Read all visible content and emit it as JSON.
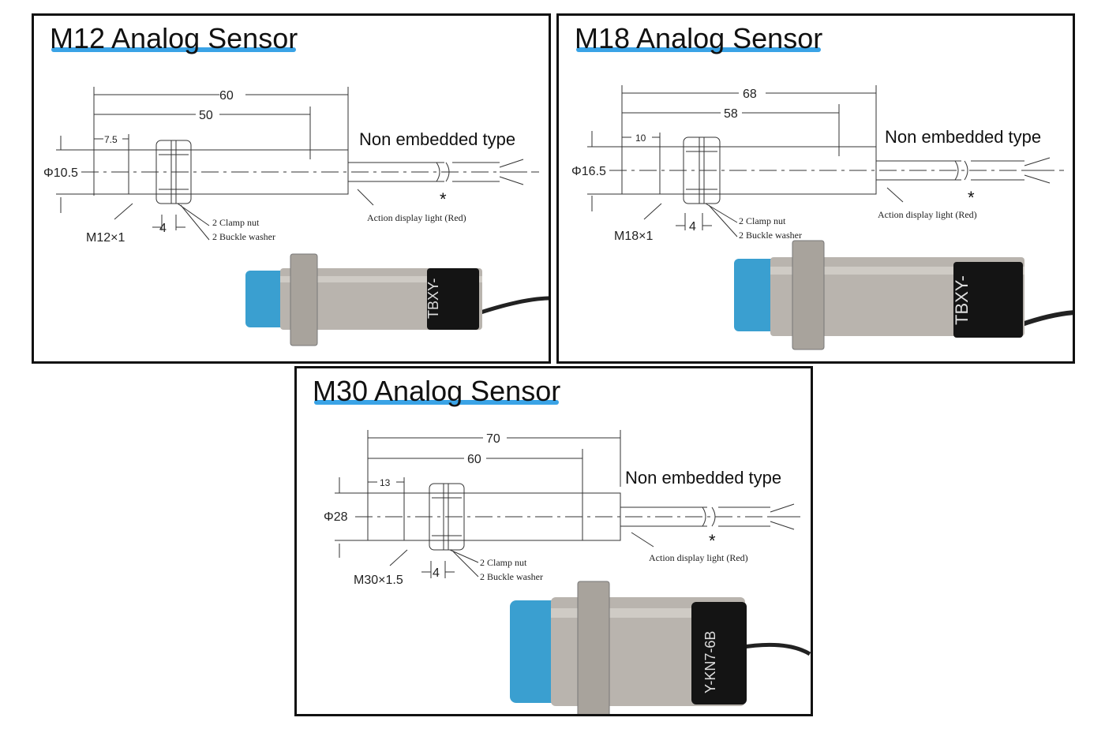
{
  "panels": [
    {
      "title": "M12 Analog Sensor",
      "dims": {
        "total": "60",
        "body": "50",
        "thread_start": "7.5",
        "diameter": "Φ10.5",
        "nut": "4",
        "thread": "M12×1"
      },
      "labels": {
        "type": "Non embedded type",
        "clamp": "2 Clamp nut",
        "washer": "2 Buckle washer",
        "light": "Action display light (Red)",
        "asterisk": "*"
      }
    },
    {
      "title": "M18 Analog Sensor",
      "dims": {
        "total": "68",
        "body": "58",
        "thread_start": "10",
        "diameter": "Φ16.5",
        "nut": "4",
        "thread": "M18×1"
      },
      "labels": {
        "type": "Non embedded type",
        "clamp": "2 Clamp nut",
        "washer": "2 Buckle washer",
        "light": "Action display light (Red)",
        "asterisk": "*"
      }
    },
    {
      "title": "M30 Analog Sensor",
      "dims": {
        "total": "70",
        "body": "60",
        "thread_start": "13",
        "diameter": "Φ28",
        "nut": "4",
        "thread": "M30×1.5"
      },
      "labels": {
        "type": "Non embedded type",
        "clamp": "2 Clamp nut",
        "washer": "2 Buckle washer",
        "light": "Action display light (Red)",
        "asterisk": "*"
      }
    }
  ],
  "photo_text": [
    "TBXY-",
    "TBXY-",
    "Y-KN7-6B"
  ],
  "colors": {
    "underline": "#3aa3e6",
    "sensor_cap": "#3a9fd0",
    "metal": "#b9b4ae",
    "border": "#111111"
  }
}
